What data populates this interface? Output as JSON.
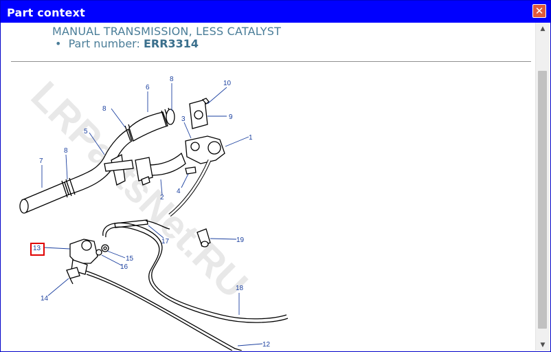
{
  "window": {
    "title": "Part context",
    "close_glyph": "✕"
  },
  "part": {
    "description": "MANUAL TRANSMISSION, LESS CATALYST",
    "number_label": "Part number:",
    "number_value": "ERR3314"
  },
  "diagram": {
    "watermark": "LRPartsNet.RU",
    "callouts": [
      "1",
      "2",
      "3",
      "4",
      "5",
      "6",
      "7",
      "8",
      "8",
      "8",
      "9",
      "10",
      "12",
      "13",
      "14",
      "15",
      "16",
      "17",
      "18",
      "19"
    ],
    "highlighted_callout": "13"
  },
  "colors": {
    "titlebar": "#0000ff",
    "text": "#4a7d98",
    "callout": "#1a3f9f",
    "highlight": "#e00000"
  }
}
